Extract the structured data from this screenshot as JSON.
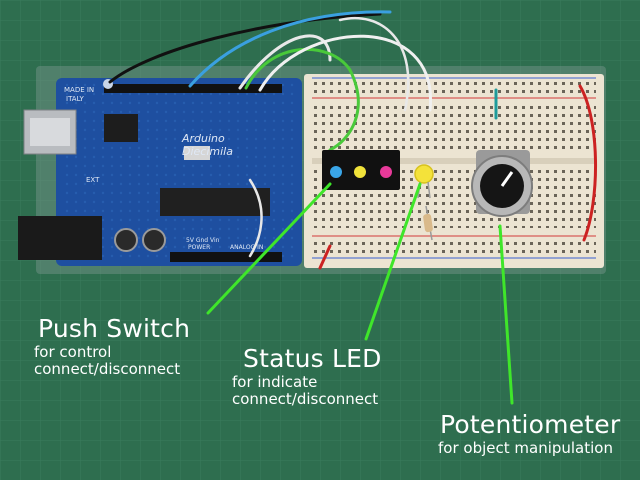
{
  "annotations": {
    "push_switch": {
      "title": "Push Switch",
      "lines": [
        "for control",
        "connect/disconnect"
      ]
    },
    "status_led": {
      "title": "Status LED",
      "lines": [
        "for indicate",
        "connect/disconnect"
      ]
    },
    "potentiometer": {
      "title": "Potentiometer",
      "lines": [
        "for object manipulation"
      ]
    }
  },
  "board_text": {
    "brand": "Arduino",
    "model": "Diecimila",
    "origin_line1": "MADE IN",
    "origin_line2": "ITALY",
    "power_label": "POWER",
    "analog_label": "ANALOG IN",
    "pins_label": "5V Gnd Vin",
    "ext_label": "EXT"
  },
  "colors": {
    "background": "#2e6e4f",
    "pointer_line": "#3fe62a",
    "board": "#1e4fa0",
    "breadboard": "#ece4d2"
  }
}
